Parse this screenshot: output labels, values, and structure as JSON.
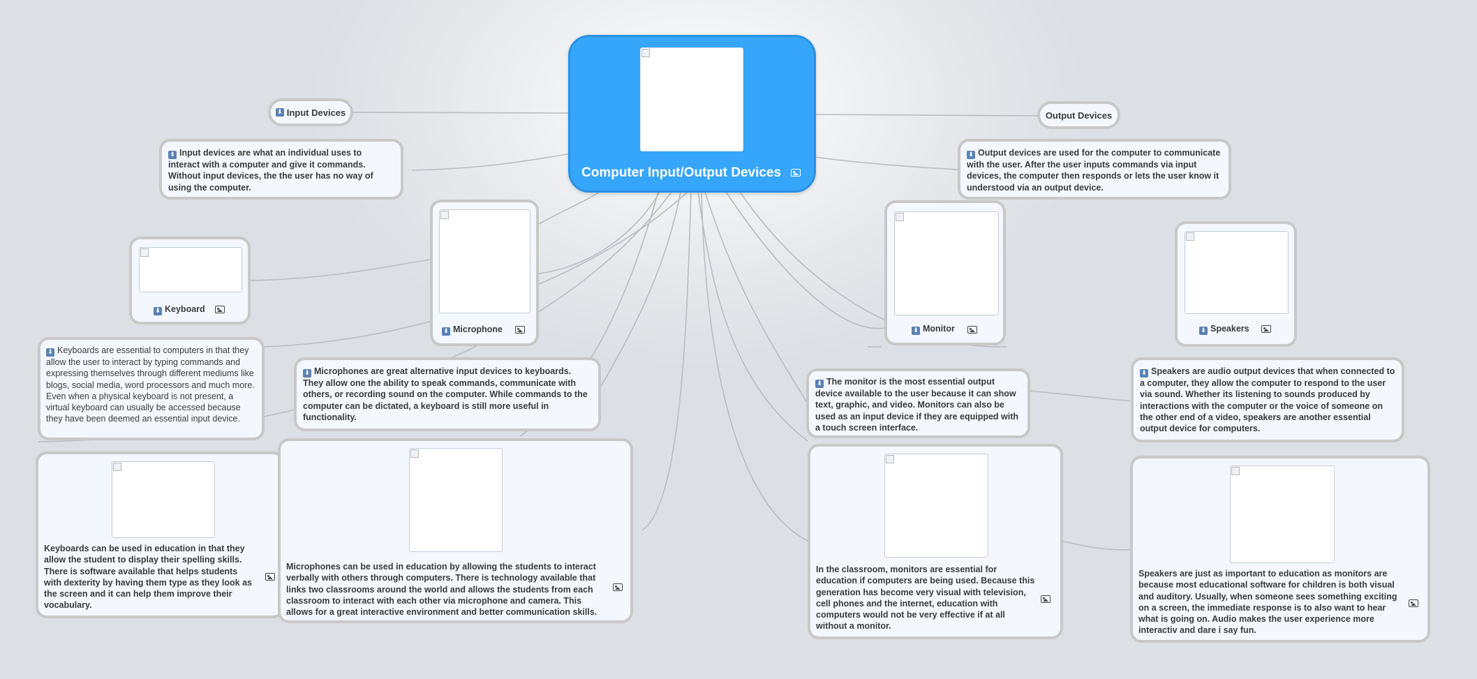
{
  "central": {
    "title": "Computer Input/Output Devices",
    "icon": "image-icon"
  },
  "input_devices": {
    "label": "Input Devices",
    "description": "Input devices are what an individual uses to interact with a computer and give it commands. Without input devices, the the user has no way of using the computer."
  },
  "output_devices": {
    "label": "Output Devices",
    "description": "Output devices are used for the computer to communicate with the user. After the user inputs commands via input devices, the computer then responds or lets the user know it understood via an output device."
  },
  "keyboard": {
    "label": "Keyboard",
    "description": "Keyboards are essential to computers in that they allow the user to interact by typing commands and expressing themselves through different mediums like blogs, social media, word processors and much more. Even when a physical keyboard is not present, a virtual keyboard can usually be accessed because they have been deemed an essential input device.",
    "education": "Keyboards can be used in education in that they allow the student to display their spelling skills. There is software available that helps students with dexterity by having them type as they look as the screen and it can help them improve their vocabulary."
  },
  "microphone": {
    "label": "Microphone",
    "description": "Microphones are great alternative input devices to keyboards. They allow one the ability to speak commands, communicate with others, or recording sound on the computer. While commands to the computer can be dictated, a keyboard is still more useful in functionality.",
    "education": "Microphones can be used in education by allowing the students to interact verbally with others through computers. There is technology available that links two classrooms around the world and allows the students from each classroom to interact with each other via microphone and camera. This allows for a great interactive environment and better communication skills."
  },
  "monitor": {
    "label": "Monitor",
    "description": "The monitor is the most essential output device available to the user because it can show text, graphic, and video. Monitors can also be used as an input device if they are equipped with a touch screen interface.",
    "education": "In the classroom, monitors are essential for education if computers are being used. Because this generation has become very visual with television, cell phones and the internet, education with computers would not be very effective if at all without a monitor."
  },
  "speakers": {
    "label": "Speakers",
    "description": "Speakers are audio output devices that when connected to a computer, they allow the computer to respond to the user via sound. Whether its listening to sounds produced by interactions with the computer or the voice of someone on the other end of a video, speakers are another essential output device for computers.",
    "education": "Speakers are just as important to education as monitors are because most educational software for children is both visual and auditory. Usually, when someone sees something exciting on a screen, the immediate response is to also want to hear what is going on. Audio makes the user experience more interactiv and dare i say fun."
  },
  "colors": {
    "central": "#35a6f9",
    "node_bg": "#f4f8fe",
    "node_border": "#c8c8c8",
    "link": "#b9bcc0"
  }
}
